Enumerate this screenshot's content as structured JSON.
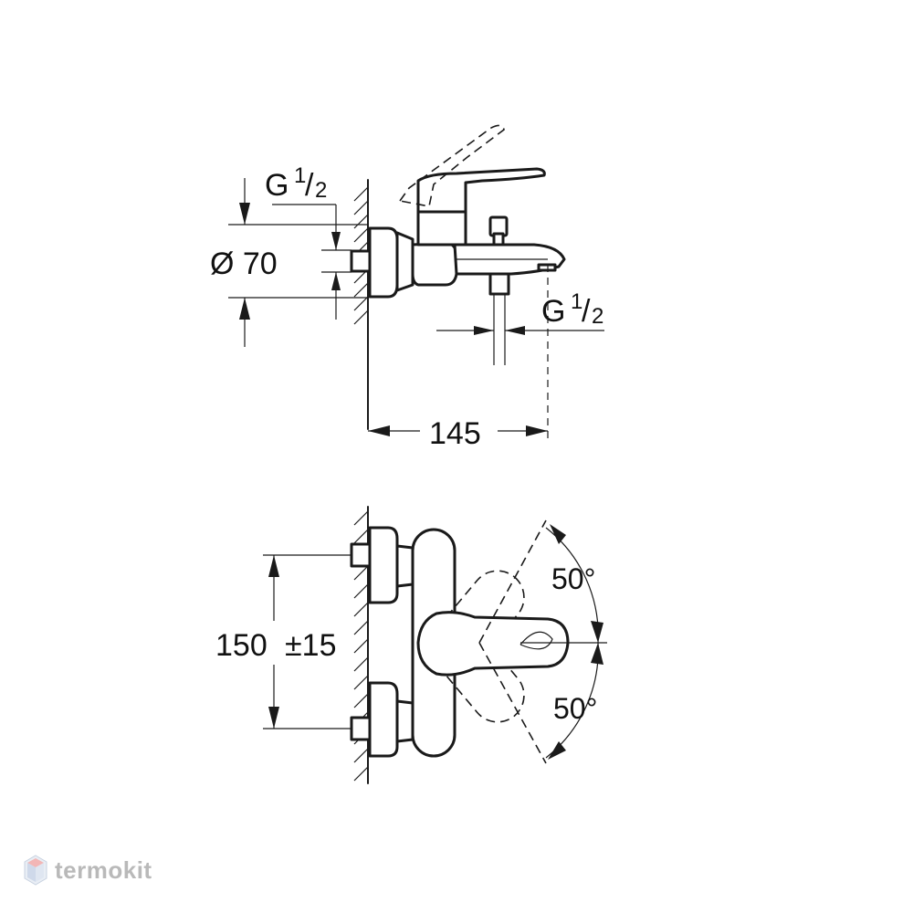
{
  "labels": {
    "thread_left_g": "G",
    "thread_left_num": "1",
    "thread_left_den": "2",
    "diameter": "Ø 70",
    "thread_right_g": "G",
    "thread_right_num": "1",
    "thread_right_den": "2",
    "depth": "145",
    "spacing": "150",
    "tolerance": "±15",
    "angle_up": "50°",
    "angle_down": "50°"
  },
  "brand": {
    "name": "termokit",
    "icon": "hexagon-logo-icon",
    "color": "#b9b9b9",
    "accent": "#e05a5a"
  }
}
